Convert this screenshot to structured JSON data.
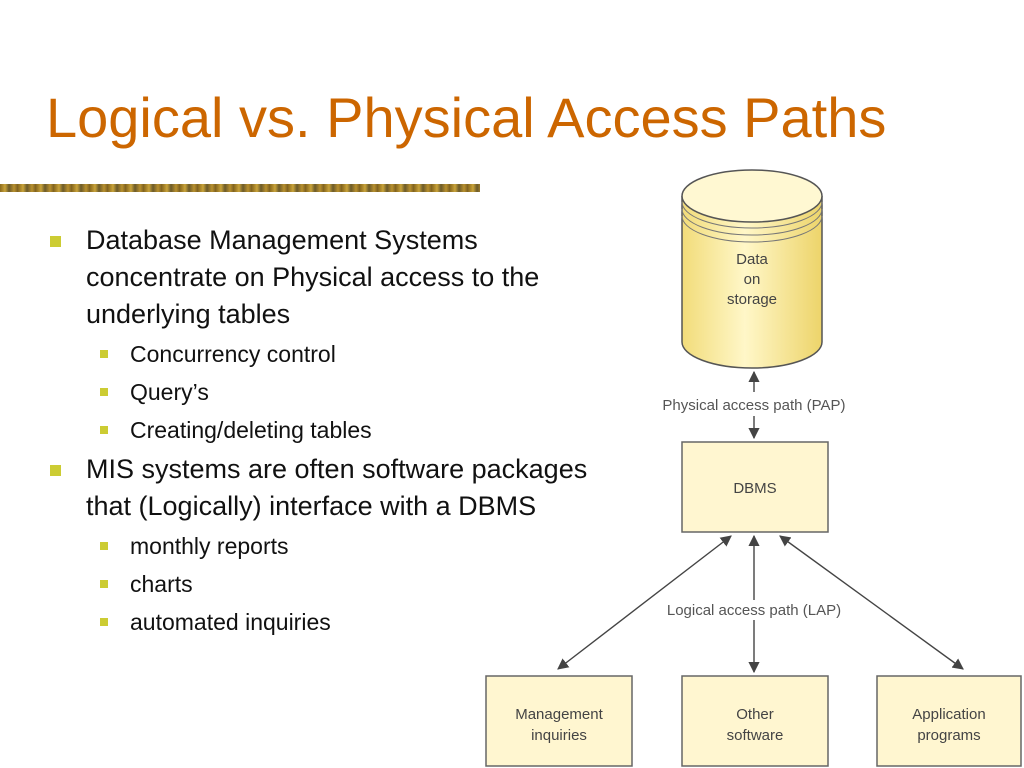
{
  "slide": {
    "title": "Logical vs. Physical Access Paths",
    "bullets": [
      {
        "text": "Database Management Systems concentrate on Physical access to the underlying tables",
        "sub": [
          "Concurrency control",
          "Query’s",
          "Creating/deleting tables"
        ]
      },
      {
        "text": "MIS systems are often software packages that (Logically) interface with a DBMS",
        "sub": [
          "monthly reports",
          "charts",
          "automated inquiries"
        ]
      }
    ]
  },
  "diagram": {
    "storage": {
      "line1": "Data",
      "line2": "on",
      "line3": "storage"
    },
    "pap_label": "Physical access path (PAP)",
    "dbms_label": "DBMS",
    "lap_label": "Logical access path (LAP)",
    "boxes": [
      {
        "line1": "Management",
        "line2": "inquiries"
      },
      {
        "line1": "Other",
        "line2": "software"
      },
      {
        "line1": "Application",
        "line2": "programs"
      }
    ],
    "colors": {
      "box_fill": "#FFF6D0",
      "cylinder_fill": "#FCEE9F",
      "title": "#CC6600",
      "bullet": "#CCCC33"
    }
  }
}
